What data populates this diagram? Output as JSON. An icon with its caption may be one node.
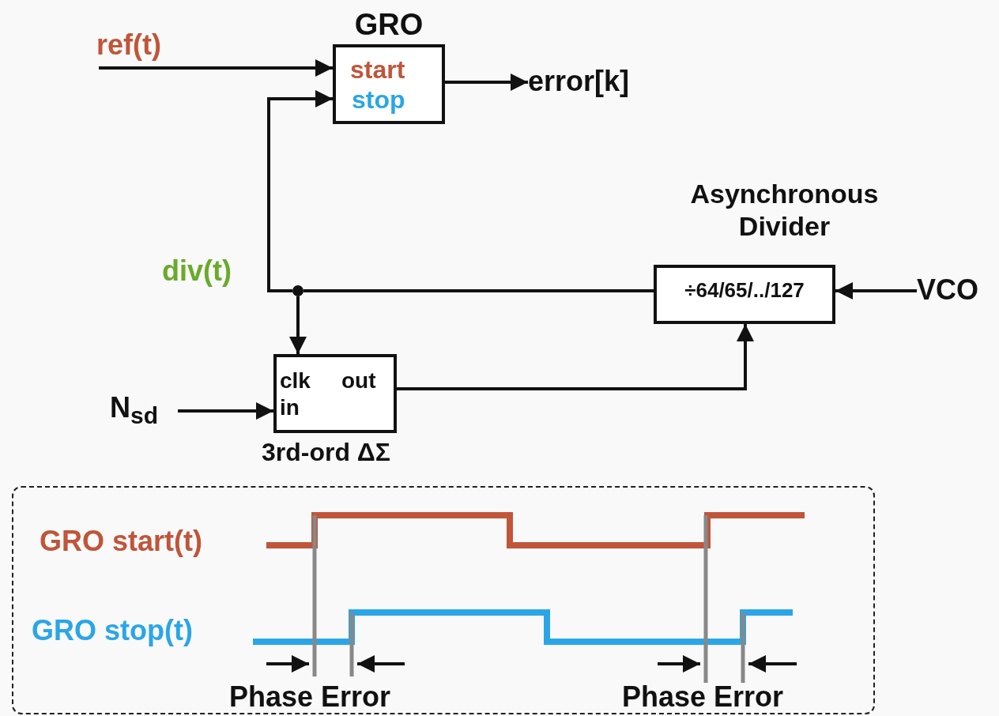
{
  "diagram": {
    "nodes": [
      {
        "text": [
          "GRO",
          "start",
          "stop"
        ]
      },
      {
        "text": [
          "Asynchronous Divider",
          "÷64/65/../127"
        ]
      },
      {
        "text": [
          "clk",
          "out",
          "in",
          "3rd-ord ΔΣ"
        ]
      },
      {
        "text": [
          "ref(t)"
        ]
      },
      {
        "text": [
          "error[k]"
        ]
      },
      {
        "text": [
          "VCO"
        ]
      },
      {
        "text": [
          "N$_{sd}$"
        ]
      },
      {
        "text": [],
        "shape": "circle"
      },
      {
        "text": [
          "GRO start(t)",
          "GRO stop(t)",
          "Phase Error",
          "Phase Error"
        ]
      }
    ],
    "edges": [
      {
        "from": 3,
        "to": 0,
        "arrow": "to"
      },
      {
        "from": 0,
        "to": 4,
        "arrow": "to"
      },
      {
        "from": 5,
        "to": 1,
        "arrow": "to"
      },
      {
        "from": 1,
        "to": 7,
        "arrow": "none"
      },
      {
        "from": 7,
        "to": 0,
        "arrow": "to"
      },
      {
        "from": 7,
        "to": 2,
        "arrow": "to"
      },
      {
        "from": 2,
        "to": 1,
        "arrow": "to"
      },
      {
        "from": 6,
        "to": 2,
        "arrow": "to"
      }
    ],
    "labels": [
      "div(t)"
    ]
  }
}
